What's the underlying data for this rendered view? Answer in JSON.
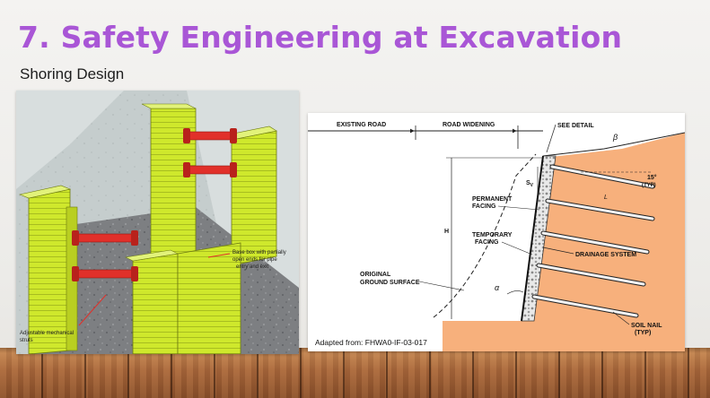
{
  "slide": {
    "title": "7. Safety Engineering at Excavation",
    "subtitle": "Shoring Design"
  },
  "left_figure": {
    "annotation_base_box": [
      "Base box with partially",
      "open ends for pipe",
      "entry and exit"
    ],
    "annotation_struts": [
      "Adjustable mechanical",
      "struts"
    ]
  },
  "right_figure": {
    "existing_road": "EXISTING ROAD",
    "road_widening": "ROAD WIDENING",
    "see_detail": "SEE DETAIL",
    "beta": "β",
    "sv": "S",
    "sv_sub": "V",
    "angle_15": "15°",
    "angle_15_typ": "(TYP)",
    "length_l": "L",
    "permanent_facing": [
      "PERMANENT",
      "FACING"
    ],
    "temporary_facing": [
      "TEMPORARY",
      "FACING"
    ],
    "height_h": "H",
    "drainage_system": "DRAINAGE SYSTEM",
    "original_ground": [
      "ORIGINAL",
      "GROUND SURFACE"
    ],
    "alpha": "α",
    "soil_nail": [
      "SOIL NAIL",
      "(TYP)"
    ],
    "source": "Adapted from: FHWA0-IF-03-017"
  },
  "colors": {
    "title": "#a956d6",
    "shoring_green": "#cfe82c",
    "strut_red": "#e1302a",
    "soil_orange": "#f7b07c",
    "floor_wood": "#a8663a"
  }
}
